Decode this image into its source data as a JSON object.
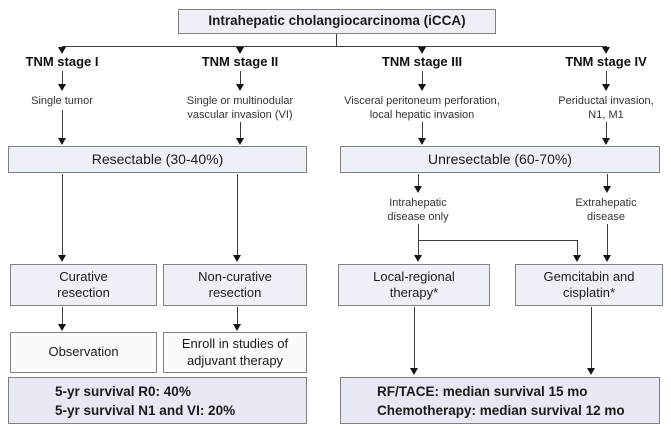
{
  "nodes": {
    "root": {
      "label": "Intrahepatic cholangiocarcinoma (iCCA)"
    },
    "stage1": {
      "label": "TNM stage I",
      "desc_lines": [
        "Single tumor"
      ]
    },
    "stage2": {
      "label": "TNM stage II",
      "desc_lines": [
        "Single or multinodular",
        "vascular invasion (VI)"
      ]
    },
    "stage3": {
      "label": "TNM stage III",
      "desc_lines": [
        "Visceral peritoneum perforation,",
        "local hepatic invasion"
      ]
    },
    "stage4": {
      "label": "TNM stage IV",
      "desc_lines": [
        "Periductal invasion,",
        "N1, M1"
      ]
    },
    "resectable": {
      "label": "Resectable (30-40%)"
    },
    "unresectable": {
      "label": "Unresectable (60-70%)"
    },
    "intrahepatic": {
      "lines": [
        "Intrahepatic",
        "disease only"
      ]
    },
    "extrahepatic": {
      "lines": [
        "Extrahepatic",
        "disease"
      ]
    },
    "curative": {
      "lines": [
        "Curative",
        "resection"
      ]
    },
    "noncurative": {
      "lines": [
        "Non-curative",
        "resection"
      ]
    },
    "local_regional": {
      "lines": [
        "Local-regional",
        "therapy*"
      ]
    },
    "gemcitabin": {
      "lines": [
        "Gemcitabin and",
        "cisplatin*"
      ]
    },
    "observation": {
      "label": "Observation"
    },
    "enroll": {
      "lines": [
        "Enroll in studies of",
        "adjuvant therapy"
      ]
    },
    "survival_resected": {
      "lines": [
        "5-yr survival R0: 40%",
        "5-yr survival N1 and VI: 20%"
      ]
    },
    "survival_unresected": {
      "lines": [
        "RF/TACE: median survival 15 mo",
        "Chemotherapy: median survival 12 mo"
      ]
    }
  },
  "colors": {
    "box_fill": "#eef0f7",
    "box_border": "#808080",
    "summary_fill": "#e6e9f3",
    "light_fill": "#fafbfd",
    "line": "#3c3c3c"
  }
}
